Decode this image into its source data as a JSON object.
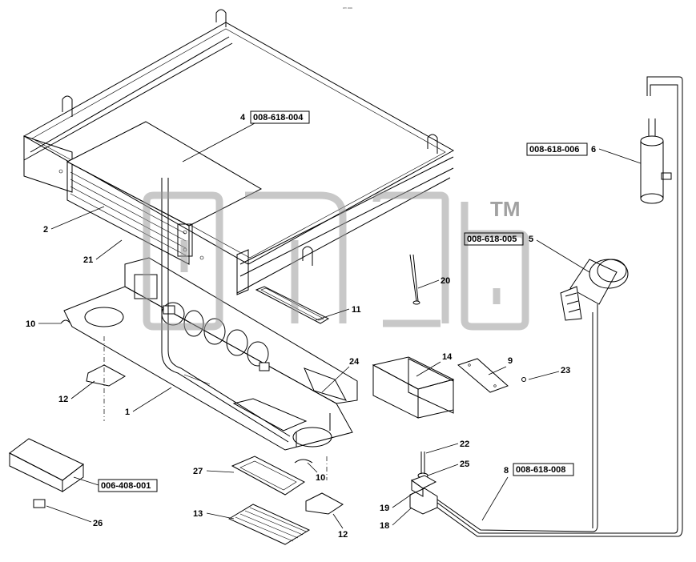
{
  "header_mark": "ᵃᵐ ᵃᵃᵃ",
  "watermark": {
    "trademark": "TM"
  },
  "part_boxes": [
    {
      "id": "box-4",
      "number": "4",
      "code": "008-618-004"
    },
    {
      "id": "box-6",
      "number": "6",
      "code": "008-618-006"
    },
    {
      "id": "box-5",
      "number": "5",
      "code": "008-618-005"
    },
    {
      "id": "box-8",
      "number": "8",
      "code": "008-618-008"
    },
    {
      "id": "box-26",
      "number": "",
      "code": "006-408-001"
    }
  ],
  "callouts": [
    "1",
    "2",
    "9",
    "10",
    "10",
    "11",
    "12",
    "12",
    "13",
    "14",
    "18",
    "19",
    "20",
    "21",
    "22",
    "23",
    "24",
    "25",
    "26",
    "27"
  ]
}
